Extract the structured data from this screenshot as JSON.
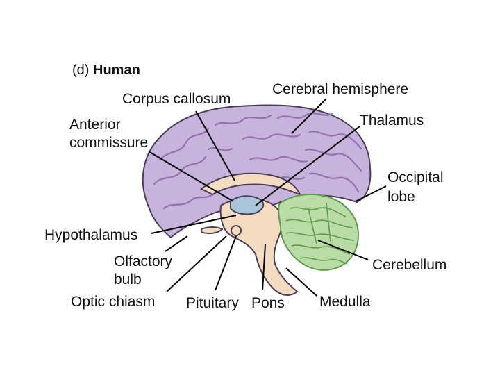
{
  "title": {
    "prefix": "(d)",
    "name": "Human"
  },
  "labels": {
    "corpus_callosum": "Corpus callosum",
    "cerebral_hemisphere": "Cerebral hemisphere",
    "thalamus": "Thalamus",
    "anterior_commissure_1": "Anterior",
    "anterior_commissure_2": "commissure",
    "occipital_lobe_1": "Occipital",
    "occipital_lobe_2": "lobe",
    "hypothalamus": "Hypothalamus",
    "olfactory_bulb_1": "Olfactory",
    "olfactory_bulb_2": "bulb",
    "cerebellum": "Cerebellum",
    "optic_chiasm": "Optic chiasm",
    "pituitary": "Pituitary",
    "pons": "Pons",
    "medulla": "Medulla"
  },
  "colors": {
    "cerebrum": "#c7b3dc",
    "cerebrum_folds": "#8f74ad",
    "brainstem": "#f3dcc0",
    "cerebellum": "#b9dca6",
    "cerebellum_folds": "#5f9a4d",
    "ventricle": "#a9c6d8",
    "outline": "#4a3d55",
    "leader_line": "#000000"
  }
}
